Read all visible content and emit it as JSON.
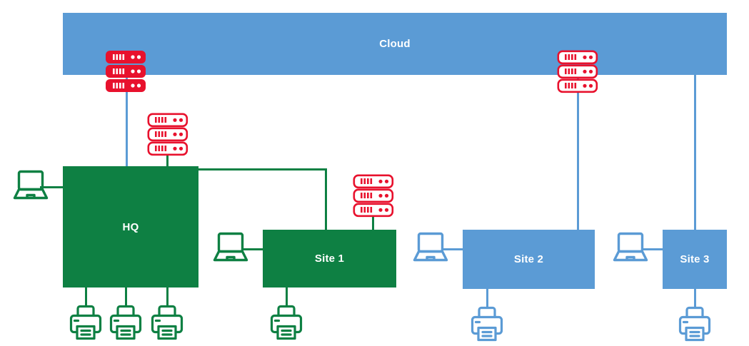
{
  "diagram": {
    "title": "network-topology",
    "colors": {
      "cloud_blue": "#5B9BD5",
      "site_green": "#0E8043",
      "server_red": "#E8112D",
      "label_white": "#FFFFFF",
      "background": "#FFFFFF"
    },
    "nodes": [
      {
        "id": "cloud",
        "label": "Cloud",
        "color": "#5B9BD5",
        "kind": "cloud-region"
      },
      {
        "id": "hq",
        "label": "HQ",
        "color": "#0E8043",
        "kind": "site-box"
      },
      {
        "id": "site1",
        "label": "Site 1",
        "color": "#0E8043",
        "kind": "site-box"
      },
      {
        "id": "site2",
        "label": "Site 2",
        "color": "#5B9BD5",
        "kind": "site-box"
      },
      {
        "id": "site3",
        "label": "Site 3",
        "color": "#5B9BD5",
        "kind": "site-box"
      }
    ],
    "devices": {
      "servers": [
        {
          "id": "server-cloud-hq",
          "icon": "server-stack-icon",
          "style": "filled",
          "color": "#E8112D",
          "units": 3
        },
        {
          "id": "server-hq",
          "icon": "server-stack-icon",
          "style": "outline",
          "color": "#E8112D",
          "units": 3
        },
        {
          "id": "server-site1",
          "icon": "server-stack-icon",
          "style": "outline",
          "color": "#E8112D",
          "units": 3
        },
        {
          "id": "server-cloud-site2",
          "icon": "server-stack-icon",
          "style": "outline",
          "color": "#E8112D",
          "units": 3
        }
      ],
      "laptops": [
        {
          "id": "laptop-hq",
          "icon": "laptop-icon",
          "color": "#0E8043"
        },
        {
          "id": "laptop-site1",
          "icon": "laptop-icon",
          "color": "#0E8043"
        },
        {
          "id": "laptop-site2",
          "icon": "laptop-icon",
          "color": "#5B9BD5"
        },
        {
          "id": "laptop-site3",
          "icon": "laptop-icon",
          "color": "#5B9BD5"
        }
      ],
      "printers": [
        {
          "id": "printer-hq-1",
          "icon": "printer-icon",
          "color": "#0E8043"
        },
        {
          "id": "printer-hq-2",
          "icon": "printer-icon",
          "color": "#0E8043"
        },
        {
          "id": "printer-hq-3",
          "icon": "printer-icon",
          "color": "#0E8043"
        },
        {
          "id": "printer-site1",
          "icon": "printer-icon",
          "color": "#0E8043"
        },
        {
          "id": "printer-site2",
          "icon": "printer-icon",
          "color": "#5B9BD5"
        },
        {
          "id": "printer-site3",
          "icon": "printer-icon",
          "color": "#5B9BD5"
        }
      ]
    },
    "links": [
      {
        "from": "cloud",
        "to": "hq",
        "color": "#5B9BD5"
      },
      {
        "from": "cloud",
        "to": "site2",
        "color": "#5B9BD5"
      },
      {
        "from": "cloud",
        "to": "site3",
        "color": "#5B9BD5"
      },
      {
        "from": "hq",
        "to": "site1",
        "color": "#0E8043"
      },
      {
        "from": "hq",
        "to": "server-hq",
        "color": "#0E8043"
      },
      {
        "from": "hq",
        "to": "laptop-hq",
        "color": "#0E8043"
      },
      {
        "from": "site1",
        "to": "server-site1",
        "color": "#0E8043"
      },
      {
        "from": "site1",
        "to": "laptop-site1",
        "color": "#0E8043"
      },
      {
        "from": "site2",
        "to": "laptop-site2",
        "color": "#5B9BD5"
      },
      {
        "from": "site3",
        "to": "laptop-site3",
        "color": "#5B9BD5"
      }
    ]
  }
}
